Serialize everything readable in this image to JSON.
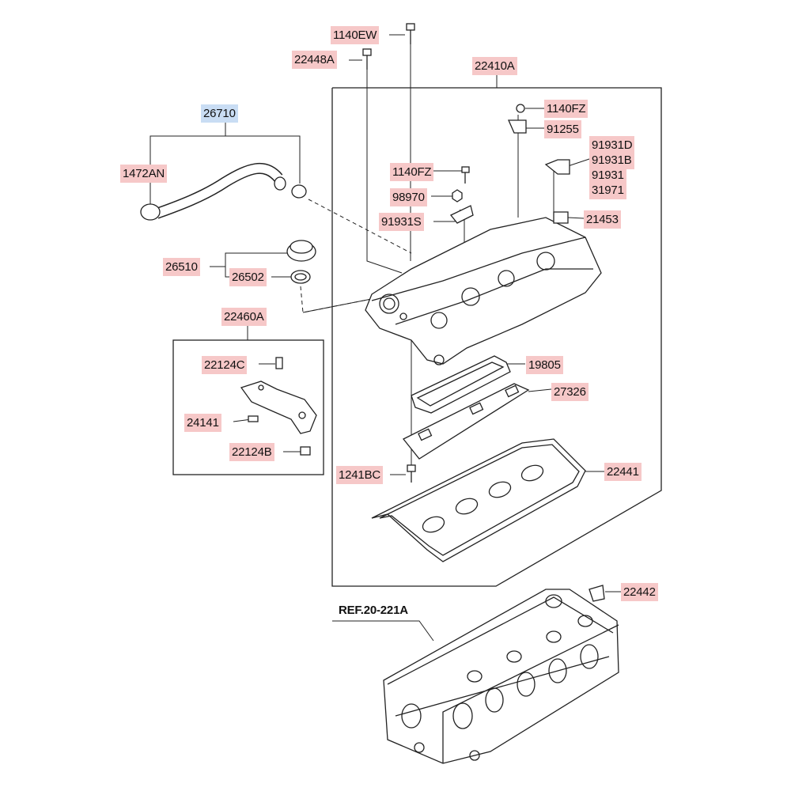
{
  "diagram": {
    "colors": {
      "part_label_bg": "#f6c8c8",
      "main_assembly_label_bg": "#c9ddf4",
      "line": "#222222"
    },
    "labels": {
      "l_1140EW": "1140EW",
      "l_22448A": "22448A",
      "l_22410A": "22410A",
      "l_26710": "26710",
      "l_1140FZ_top": "1140FZ",
      "l_91255": "91255",
      "l_91931D": "91931D",
      "l_91931B": "91931B",
      "l_91931": "91931",
      "l_31971": "31971",
      "l_1472AN": "1472AN",
      "l_1140FZ_mid": "1140FZ",
      "l_98970": "98970",
      "l_91931S": "91931S",
      "l_21453": "21453",
      "l_26510": "26510",
      "l_26502": "26502",
      "l_22460A": "22460A",
      "l_22124C": "22124C",
      "l_19805": "19805",
      "l_27326": "27326",
      "l_24141": "24141",
      "l_22124B": "22124B",
      "l_1241BC": "1241BC",
      "l_22441": "22441",
      "l_22442": "22442",
      "l_ref": "REF.20-221A"
    }
  }
}
